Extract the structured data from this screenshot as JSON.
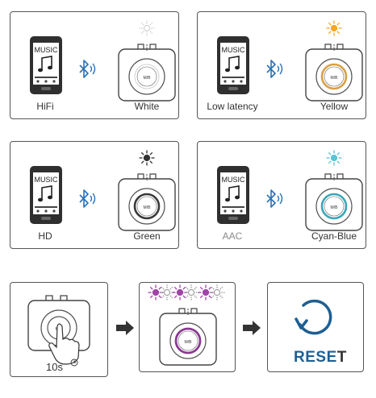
{
  "panels": [
    {
      "source": "HiFi",
      "color_name": "White",
      "led_color": "#cfcfcf",
      "ring_color": "#cfcfcf",
      "source_gray": false
    },
    {
      "source": "Low latency",
      "color_name": "Yellow",
      "led_color": "#f5a623",
      "ring_color": "#d9a043",
      "source_gray": false
    },
    {
      "source": "HD",
      "color_name": "Green",
      "led_color": "#333333",
      "ring_color": "#3a3a3a",
      "source_gray": false
    },
    {
      "source": "AAC",
      "color_name": "Cyan-Blue",
      "led_color": "#5bc4d6",
      "ring_color": "#3aa6b8",
      "source_gray": true
    }
  ],
  "phone": {
    "screen_text": "MUSIC",
    "note_icon": "music-note-icon"
  },
  "button_label": "M/B",
  "bottom": {
    "hold_time": "10s",
    "flash_led_color": "#a044a8",
    "flash_alt_color": "#999999",
    "ring_color": "#8a3a93",
    "reset_text_main": "RESE",
    "reset_text_tail": "T",
    "reset_color": "#1e5f93"
  }
}
